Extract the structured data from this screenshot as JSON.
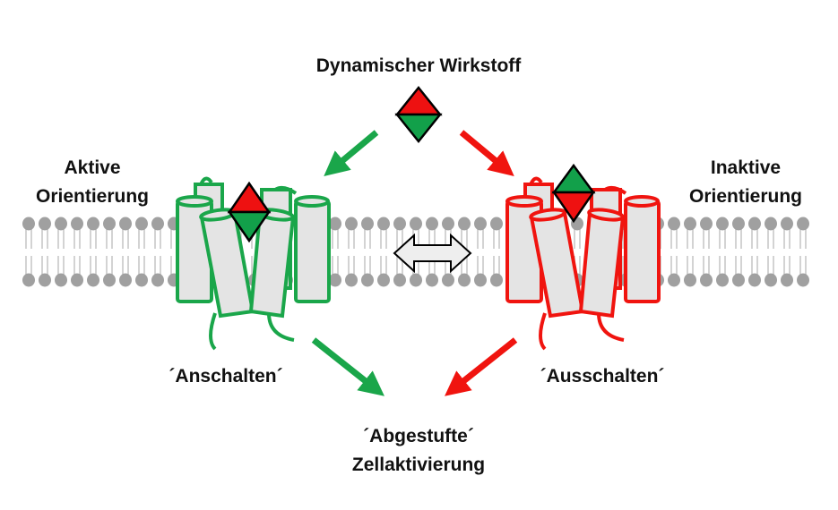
{
  "title": "Dynamischer Wirkstoff",
  "left_state": {
    "line1": "Aktive",
    "line2": "Orientierung"
  },
  "right_state": {
    "line1": "Inaktive",
    "line2": "Orientierung"
  },
  "left_action": "´Anschalten´",
  "right_action": "´Ausschalten´",
  "result": {
    "line1": "´Abgestufte´",
    "line2": "Zellaktivierung"
  },
  "colors": {
    "active": "#1aa64a",
    "inactive": "#f0140f",
    "membrane": "#a0a0a0",
    "helix_fill": "#e4e4e4",
    "ligand_red": "#ee1111",
    "ligand_green": "#12a04a"
  }
}
